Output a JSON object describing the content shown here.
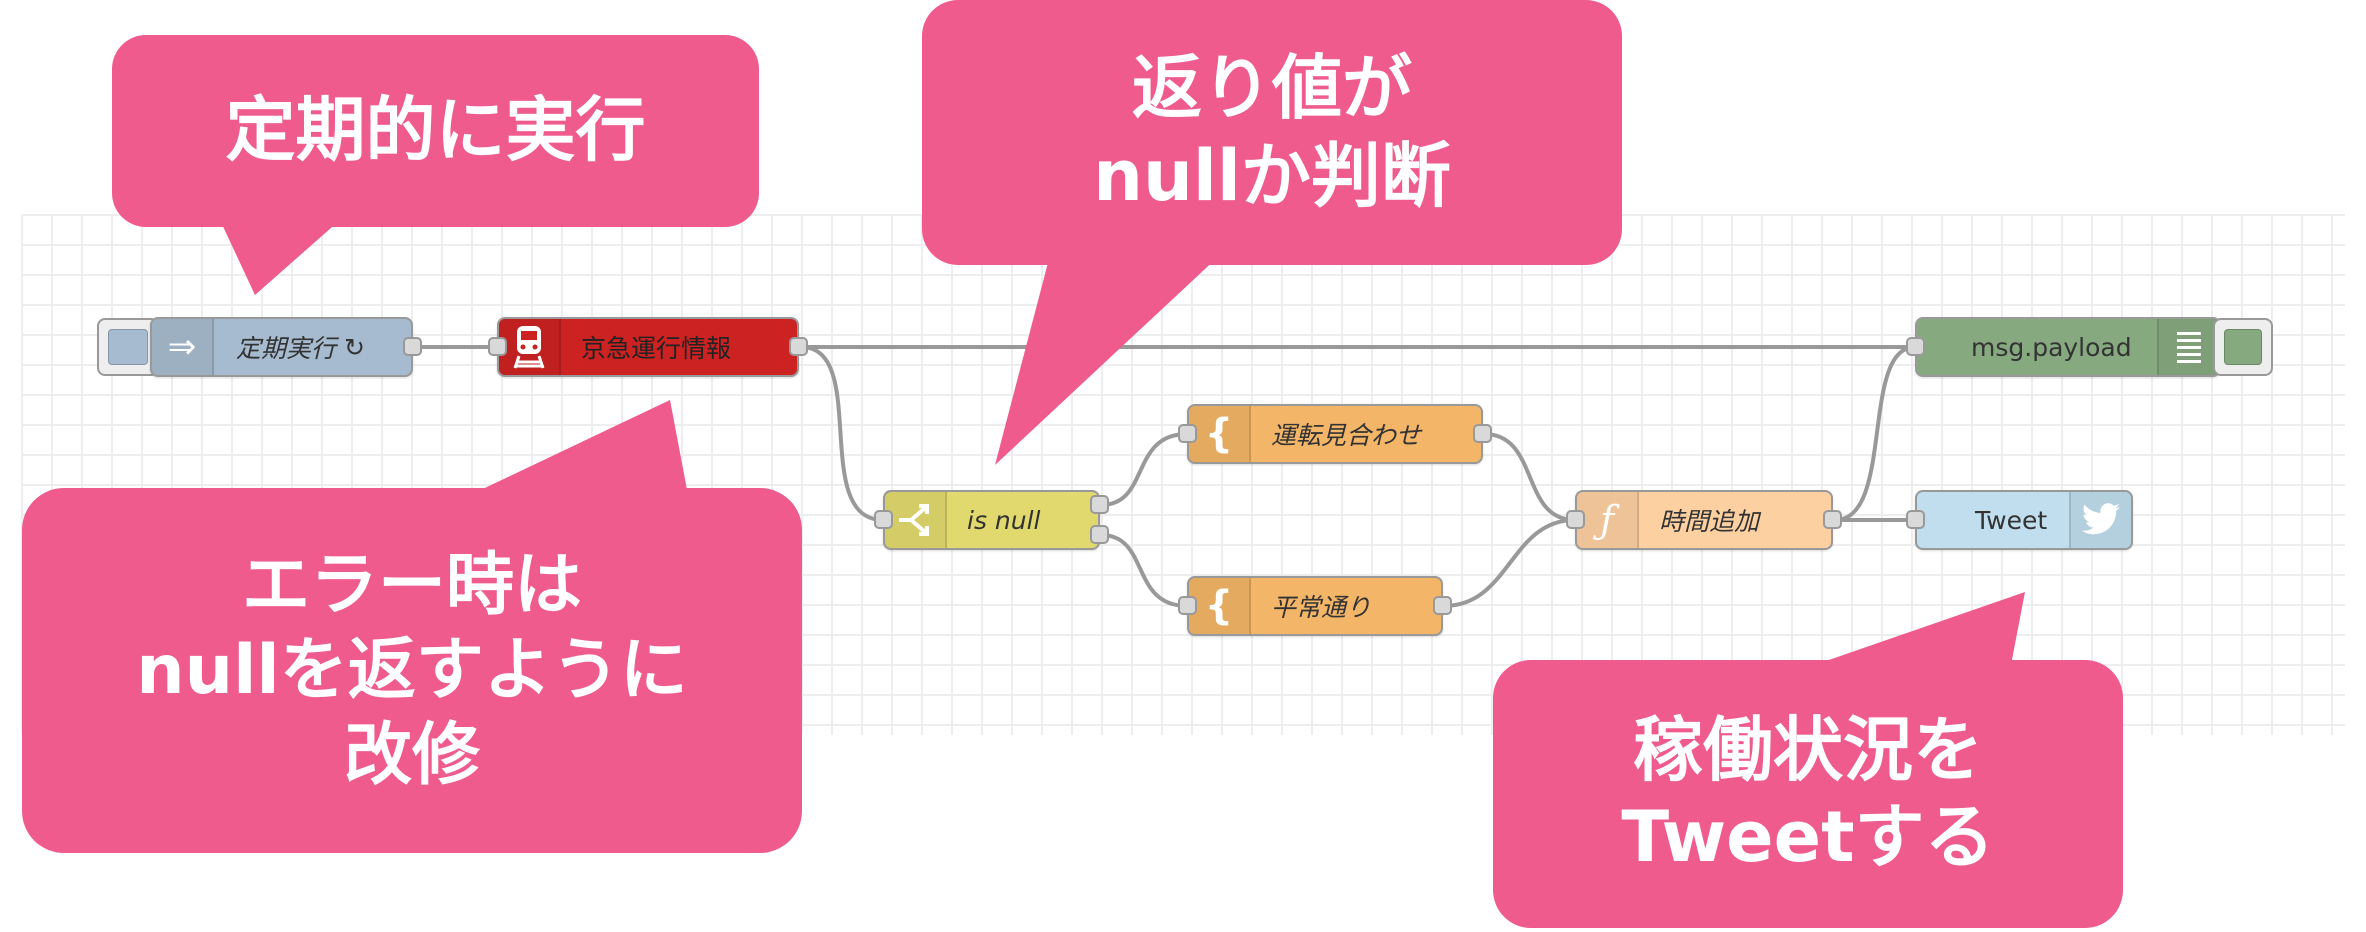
{
  "callouts": {
    "periodic": "定期的に実行",
    "return_value": [
      "返り値が",
      "nullか判断"
    ],
    "error": [
      "エラー時は",
      "nullを返すように",
      "改修"
    ],
    "tweet_status": [
      "稼働状況を",
      "Tweetする"
    ]
  },
  "nodes": {
    "inject": {
      "label": "定期実行",
      "repeat_glyph": "↻",
      "color": "#a6bbcf"
    },
    "keikyu": {
      "label": "京急運行情報",
      "color": "#cc2222"
    },
    "switch": {
      "label": "is null",
      "color": "#e2d96e"
    },
    "template_ok": {
      "label": "運転見合わせ",
      "color": "#f3b567"
    },
    "template_normal": {
      "label": "平常通り",
      "color": "#f3b567"
    },
    "function": {
      "label": "時間追加",
      "color": "#fdd0a2"
    },
    "debug": {
      "label": "msg.payload",
      "color": "#87a980"
    },
    "twitter": {
      "label": "Tweet",
      "color": "#c0deed"
    }
  },
  "colors": {
    "callout": "#ef5b8c",
    "wire": "#999999",
    "grid": "#eeeeee"
  },
  "icons": {
    "inject": "arrow-in-icon",
    "keikyu": "train-icon",
    "switch": "switch-icon",
    "template": "curly-brace-icon",
    "function": "function-icon",
    "debug": "list-icon",
    "twitter": "twitter-bird-icon"
  }
}
